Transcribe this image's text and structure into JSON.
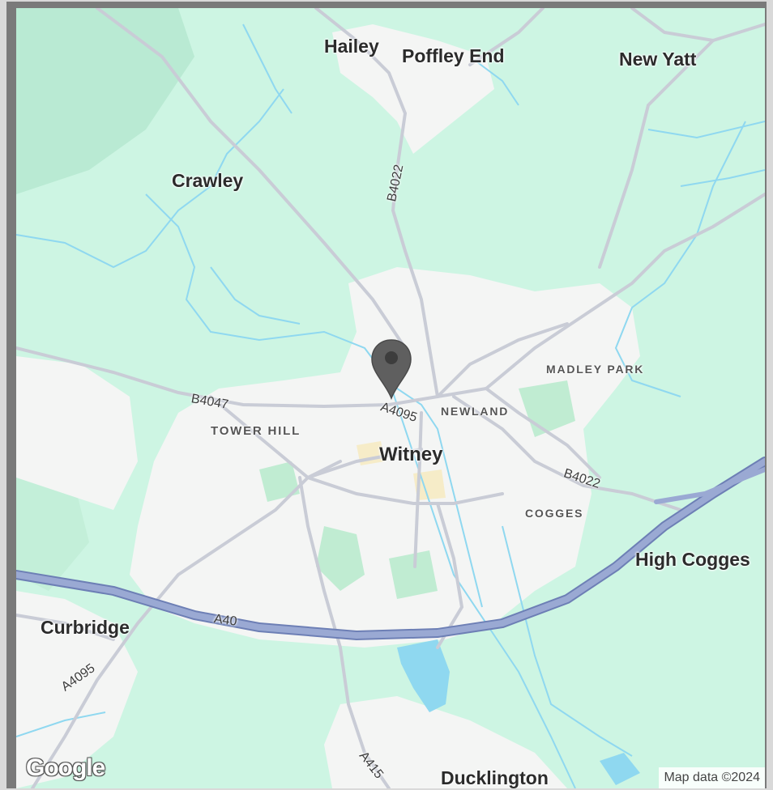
{
  "map": {
    "places": {
      "hailey": "Hailey",
      "poffley_end": "Poffley End",
      "new_yatt": "New Yatt",
      "crawley": "Crawley",
      "witney": "Witney",
      "tower_hill": "TOWER HILL",
      "newland": "NEWLAND",
      "madley_park": "MADLEY PARK",
      "cogges": "COGGES",
      "high_cogges": "High Cogges",
      "curbridge": "Curbridge",
      "ducklington": "Ducklington"
    },
    "roads": {
      "b4022_north": "B4022",
      "b4047": "B4047",
      "a4095_centre": "A4095",
      "b4022_east": "B4022",
      "a40": "A40",
      "a4095_sw": "A4095",
      "a415": "A415"
    },
    "icons": {
      "marker": "location-pin-icon",
      "logo": "google-logo"
    },
    "colors": {
      "land": "#cdf5e3",
      "urban": "#f4f5f4",
      "water": "#8fd8f0",
      "major_road": "#8b9bc7",
      "minor_road": "#c9ccd6",
      "pin": "#5f5f5f"
    }
  },
  "branding": {
    "logo_text": "Google",
    "attribution": "Map data ©2024"
  }
}
